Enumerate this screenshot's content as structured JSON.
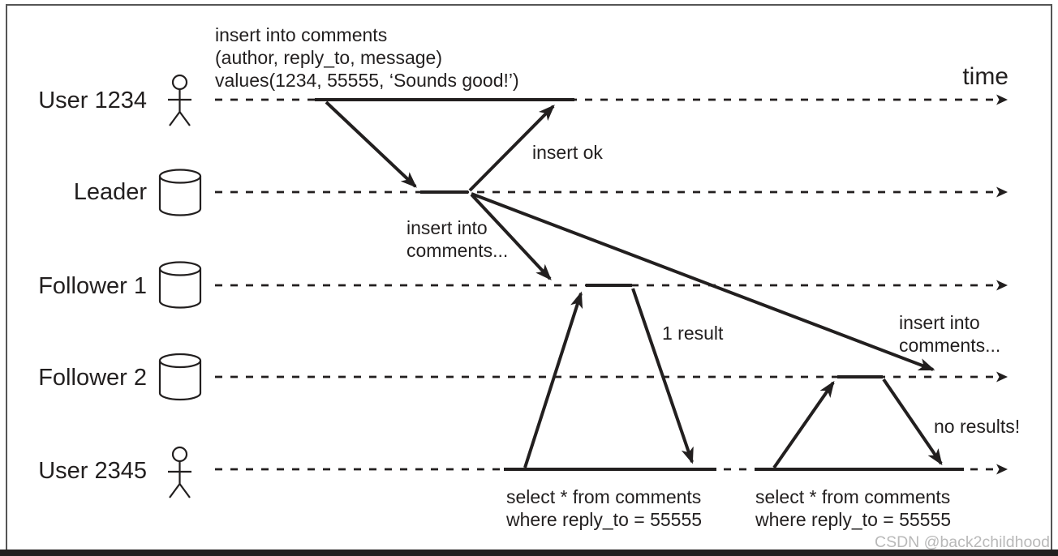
{
  "colors": {
    "ink": "#221f1f",
    "watermark": "#b9b9b9",
    "border": "#555555",
    "background": "#ffffff"
  },
  "header": {
    "time_label": "time"
  },
  "lanes": [
    {
      "label": "User 1234",
      "icon": "person-icon"
    },
    {
      "label": "Leader",
      "icon": "database-icon"
    },
    {
      "label": "Follower 1",
      "icon": "database-icon"
    },
    {
      "label": "Follower 2",
      "icon": "database-icon"
    },
    {
      "label": "User 2345",
      "icon": "person-icon"
    }
  ],
  "annotations": {
    "insert_statement": [
      "insert into comments",
      "(author, reply_to, message)",
      "values(1234, 55555, ‘Sounds good!’)"
    ],
    "insert_ok": "insert ok",
    "replicate_to_follower1": [
      "insert into",
      "comments..."
    ],
    "replicate_to_follower2": [
      "insert into",
      "comments..."
    ],
    "query_follower1_result": "1 result",
    "query_follower2_result": "no results!",
    "select_query_1": [
      "select * from comments",
      "where reply_to = 55555"
    ],
    "select_query_2": [
      "select * from comments",
      "where reply_to = 55555"
    ]
  },
  "watermark": "CSDN @back2childhood"
}
